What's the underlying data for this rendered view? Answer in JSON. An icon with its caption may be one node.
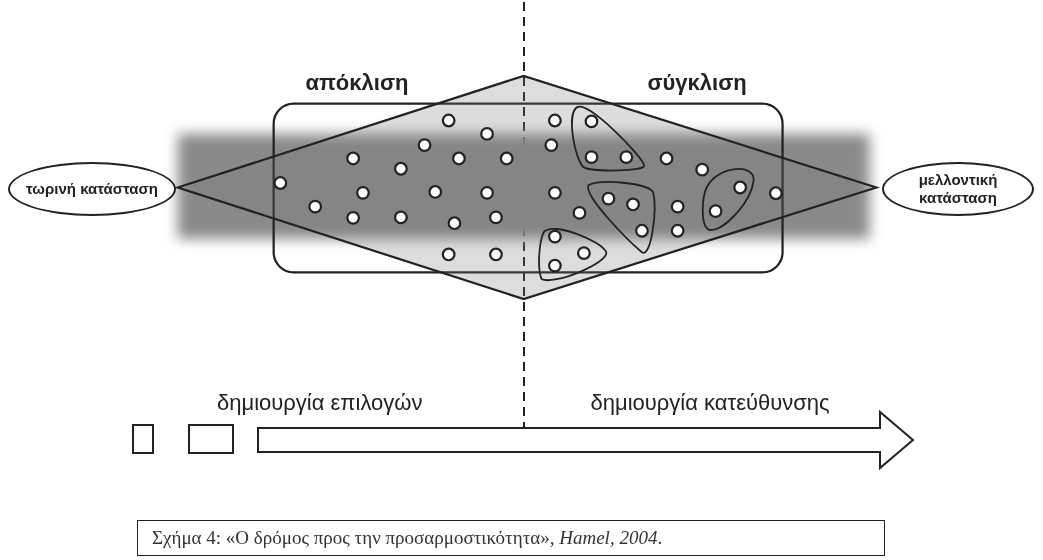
{
  "diagram": {
    "caption": "Σχήμα 4: «Ο δρόμος προς την προσαρμοστικότητα», *Hamel, 2004*.",
    "nodes": [
      {
        "text": [
          "τωρινή κατάσταση"
        ]
      },
      {
        "text": [
          "μελλοντική κατάσταση"
        ]
      }
    ],
    "labels": [
      "απόκλιση",
      "σύγκλιση",
      "δημιουργία επιλογών",
      "δημιουργία κατεύθυνσης"
    ]
  }
}
